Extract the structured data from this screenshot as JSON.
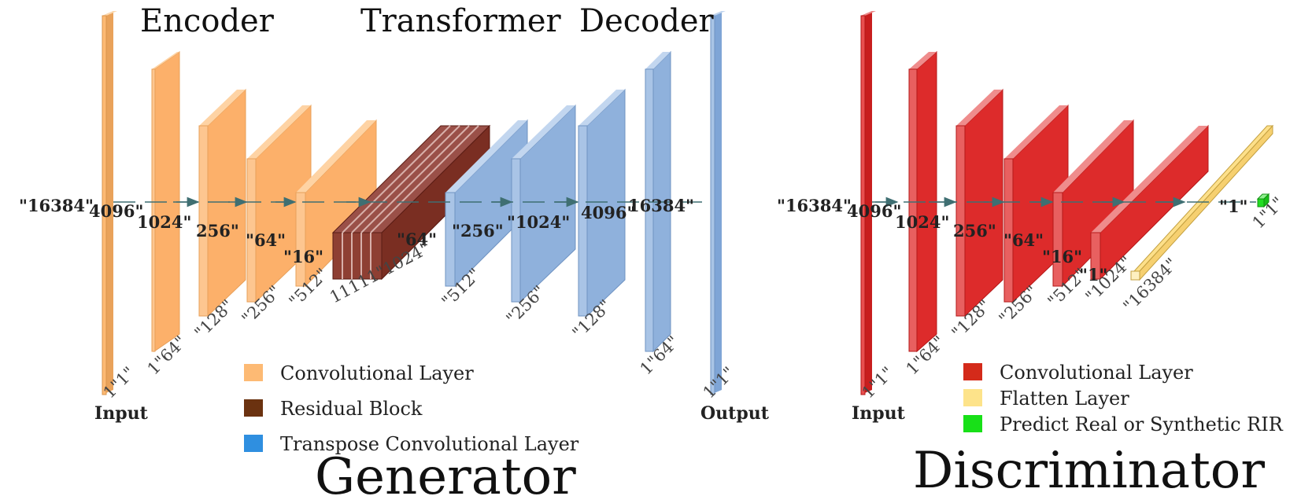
{
  "colors": {
    "conv_orange": "#fdba74",
    "residual_brown": "#7a2e22",
    "transpose_blue": "#8fb1dc",
    "conv_red": "#dd2b2b",
    "flatten_yellow": "#fde08a",
    "predict_green": "#22dd22",
    "arrow": "#3f6f72"
  },
  "generator": {
    "title": "Generator",
    "section_labels": {
      "encoder": "Encoder",
      "transformer": "Transformer",
      "decoder": "Decoder"
    },
    "input_label": "Input",
    "output_label": "Output",
    "dims": {
      "input_length": "\"16384\"",
      "d1": "4096\"",
      "d2": "1024\"",
      "d3": "256\"",
      "d4": "\"64\"",
      "d5": "\"16\"",
      "d6": "\"64\"",
      "d7": "\"256\"",
      "d8": "\"1024\"",
      "d9": "4096\"",
      "d10": "16384\""
    },
    "channels": {
      "c0": "1\"1\"",
      "c1": "1\"64\"",
      "c2": "\"128\"",
      "c3": "\"256\"",
      "c4": "\"512\"",
      "res": "11111\"1024\"",
      "c6": "\"512\"",
      "c7": "\"256\"",
      "c8": "\"128\"",
      "c9": "1\"64\"",
      "c10": "1\"1\""
    },
    "legend": [
      {
        "label": "Convolutional Layer",
        "color": "#fdba74"
      },
      {
        "label": "Residual Block",
        "color": "#6b3210"
      },
      {
        "label": "Transpose Convolutional Layer",
        "color": "#2f8fe0"
      }
    ]
  },
  "discriminator": {
    "title": "Discriminator",
    "input_label": "Input",
    "dims": {
      "input_length": "\"16384\"",
      "d1": "4096\"",
      "d2": "1024\"",
      "d3": "256\"",
      "d4": "\"64\"",
      "d5": "\"16\"",
      "d6": "\"1\"",
      "d7": "\"1\""
    },
    "channels": {
      "c0": "1\"1\"",
      "c1": "1\"64\"",
      "c2": "\"128\"",
      "c3": "\"256\"",
      "c4": "\"512\"",
      "c5": "\"1024\"",
      "c6": "\"16384\"",
      "c7": "1\"1\""
    },
    "legend": [
      {
        "label": "Convolutional Layer",
        "color": "#d42a1a"
      },
      {
        "label": "Flatten Layer",
        "color": "#fde38a"
      },
      {
        "label": "Predict Real or Synthetic RIR",
        "color": "#18e018"
      }
    ]
  }
}
